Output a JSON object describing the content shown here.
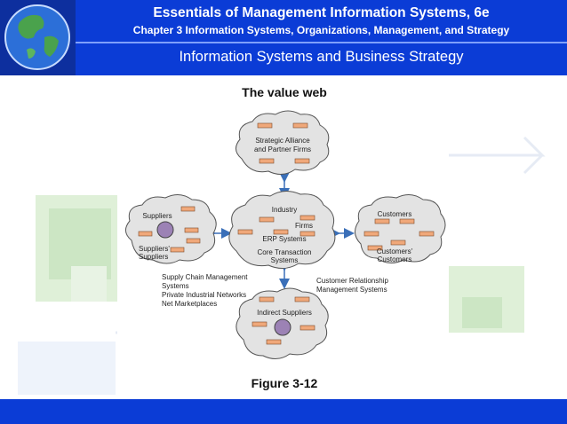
{
  "header": {
    "title": "Essentials of Management Information Systems, 6e",
    "chapter": "Chapter 3 Information Systems, Organizations, Management, and Strategy",
    "subtitle": "Information Systems and Business Strategy"
  },
  "slide": {
    "heading": "The value web",
    "caption": "Figure 3-12"
  },
  "diagram": {
    "top_cloud": [
      "Strategic Alliance",
      "and Partner Firms"
    ],
    "left_cloud": {
      "top": "Suppliers",
      "bottom": [
        "Suppliers'",
        "Suppliers"
      ]
    },
    "center_cloud": {
      "industry": "Industry",
      "firms": "Firms",
      "erp": "ERP Systems",
      "core": [
        "Core Transaction",
        "Systems"
      ]
    },
    "right_cloud": {
      "top": "Customers",
      "bottom": [
        "Customers'",
        "Customers"
      ]
    },
    "bottom_cloud": "Indirect Suppliers",
    "left_note": [
      "Supply Chain Management",
      "Systems",
      "Private Industrial Networks",
      "Net Marketplaces"
    ],
    "right_note": [
      "Customer Relationship",
      "Management Systems"
    ]
  },
  "colors": {
    "header_blue": "#0b3cd6",
    "box_orange": "#f0a87a",
    "node_purple": "#9c82b5",
    "arrow_blue": "#3a6fb8"
  }
}
